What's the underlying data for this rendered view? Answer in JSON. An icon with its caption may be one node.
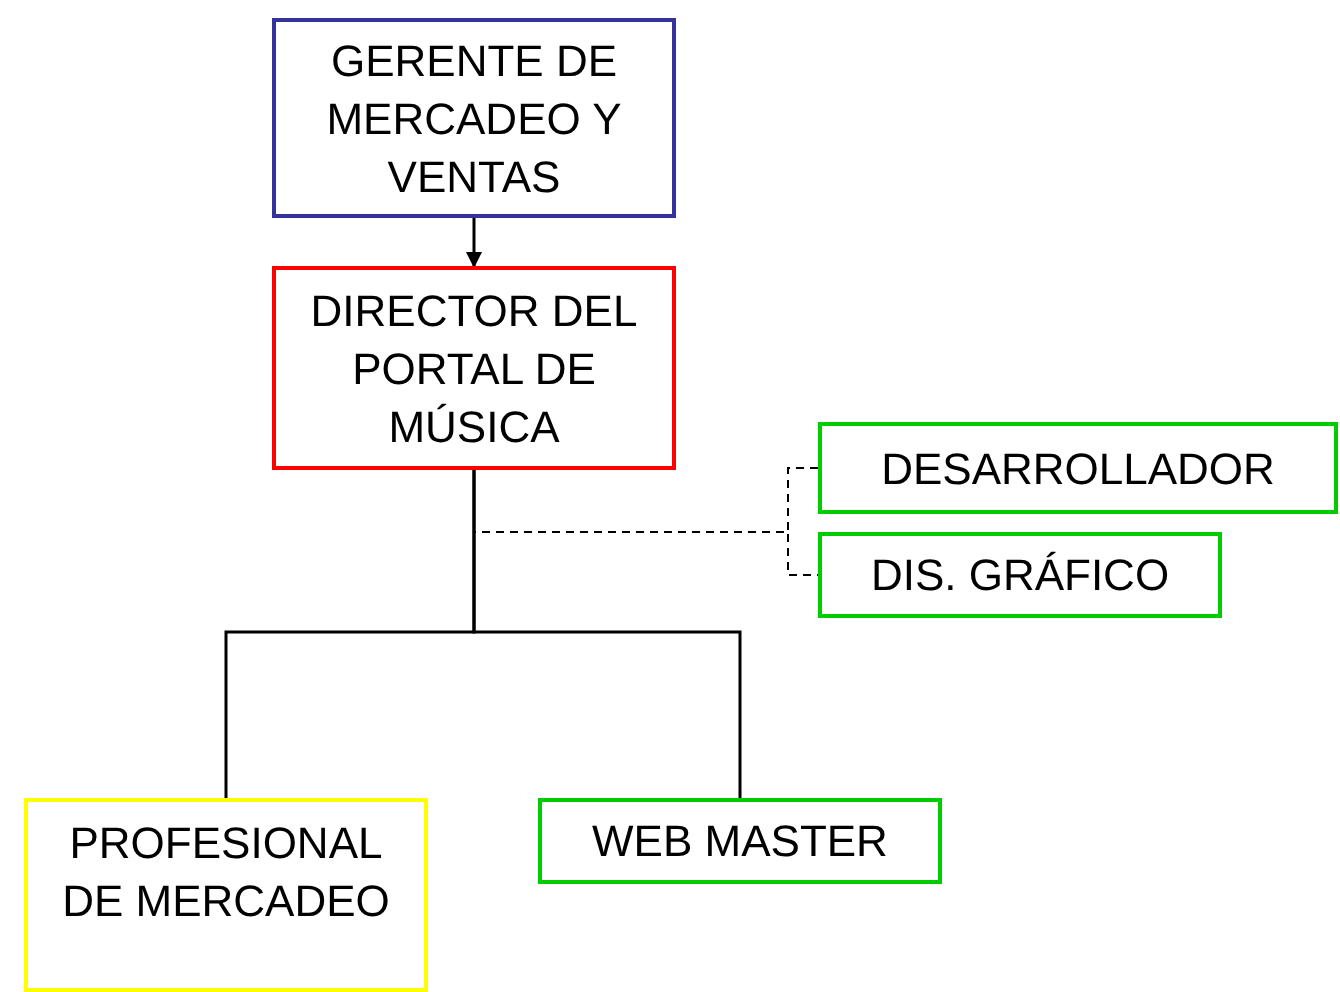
{
  "diagram": {
    "nodes": [
      {
        "text": [
          "GERENTE DE MERCADEO Y VENTAS"
        ]
      },
      {
        "text": [
          "DIRECTOR DEL PORTAL DE MÚSICA"
        ]
      },
      {
        "text": [
          "DESARROLLADOR"
        ]
      },
      {
        "text": [
          "DIS. GRÁFICO"
        ]
      },
      {
        "text": [
          "PROFESIONAL DE MERCADEO"
        ]
      },
      {
        "text": [
          "WEB MASTER"
        ]
      }
    ],
    "edges": [
      {
        "from": 0,
        "to": 1,
        "arrow": "to"
      },
      {
        "from": 1,
        "to": 2,
        "arrow": "none",
        "style": "dashed"
      },
      {
        "from": 1,
        "to": 3,
        "arrow": "none",
        "style": "dashed"
      },
      {
        "from": 1,
        "to": 4,
        "arrow": "none"
      },
      {
        "from": 1,
        "to": 5,
        "arrow": "none"
      }
    ]
  }
}
